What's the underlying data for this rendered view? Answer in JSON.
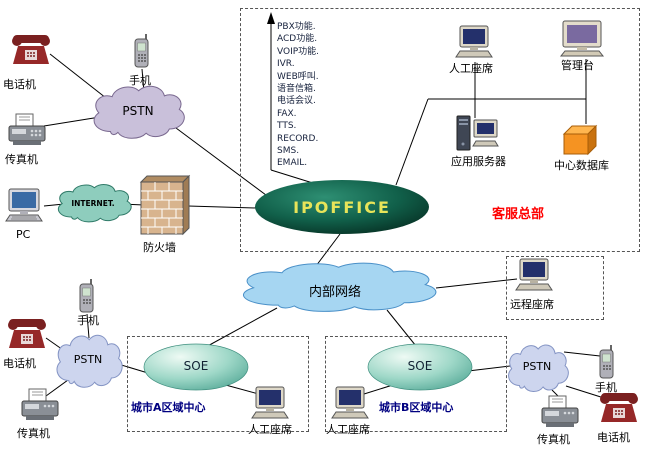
{
  "labels": {
    "telephone": "电话机",
    "mobile": "手机",
    "fax": "传真机",
    "pc": "PC",
    "pstn": "PSTN",
    "internet": "INTERNET.",
    "firewall": "防火墙",
    "ipoffice": "IPOFFICE",
    "hq": "客服总部",
    "agent": "人工座席",
    "console": "管理台",
    "app_server": "应用服务器",
    "central_db": "中心数据库",
    "intranet": "内部网络",
    "remote_agent": "远程座席",
    "city_a": "城市A区域中心",
    "city_b": "城市B区域中心",
    "soe": "SOE"
  },
  "features": {
    "items": [
      "PBX功能.",
      "ACD功能.",
      "VOIP功能.",
      "IVR.",
      "WEB呼叫.",
      "语音信箱.",
      "电话会议.",
      "FAX.",
      "TTS.",
      "RECORD.",
      "SMS.",
      "EMAIL."
    ]
  },
  "colors": {
    "hq_label": "#ff0000",
    "region_label": "#000080",
    "ipoffice_fill": "#0e5b45",
    "ipoffice_text": "#e8e459",
    "pstn_top_cloud": "#c9c0da",
    "internet_cloud": "#8ecdbd",
    "intranet_cloud": "#a6d6f2",
    "pstn_small_cloud": "#cdd5ee",
    "soe_fill": "#9fd8c8",
    "database": "#f59322",
    "firewall_brick": "#d8b48e"
  }
}
